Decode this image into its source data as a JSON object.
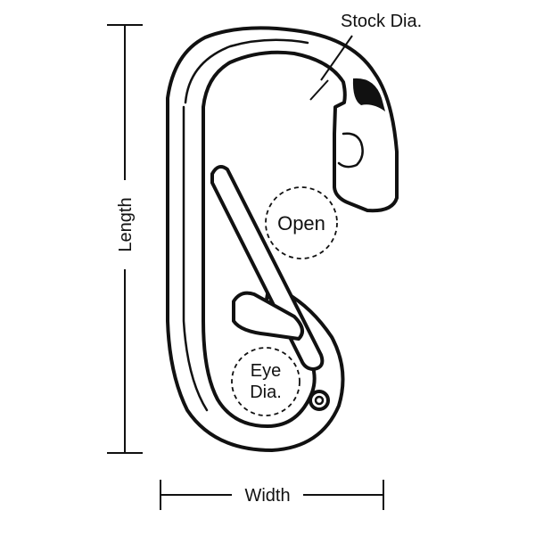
{
  "labels": {
    "stock_dia": "Stock Dia.",
    "open": "Open",
    "eye_line1": "Eye",
    "eye_line2": "Dia.",
    "length": "Length",
    "width": "Width"
  },
  "colors": {
    "line": "#111111",
    "background": "#ffffff"
  }
}
